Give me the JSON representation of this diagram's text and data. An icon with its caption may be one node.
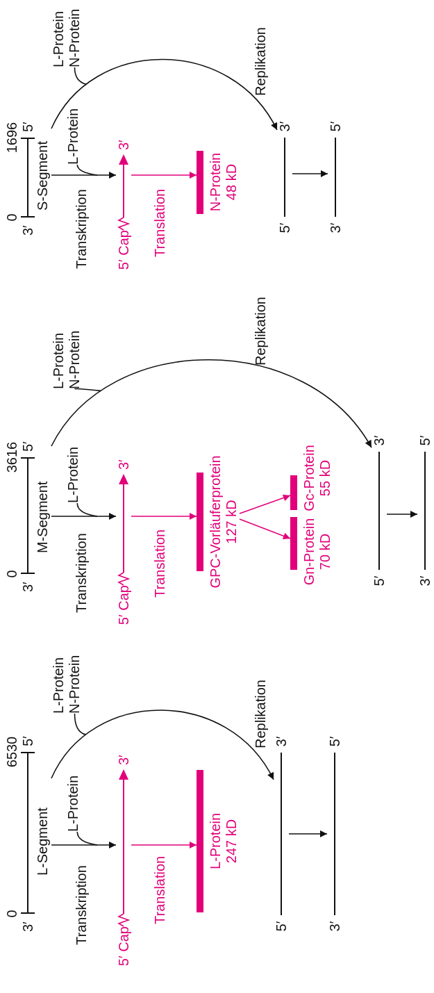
{
  "diagram": {
    "nodes": [
      {
        "text": [
          "L-Segment",
          "0",
          "3′",
          "6530",
          "5′"
        ]
      },
      {
        "text": [
          "L-Protein"
        ]
      },
      {
        "text": [
          "5′ Cap",
          "3′"
        ]
      },
      {
        "text": [
          "L-Protein",
          "247 kD"
        ]
      },
      {
        "text": [
          "L-Protein",
          "N-Protein"
        ]
      },
      {
        "text": [
          "5′",
          "3′"
        ]
      },
      {
        "text": [
          "3′",
          "5′"
        ]
      },
      {
        "text": [
          "M-Segment",
          "0",
          "3′",
          "3616",
          "5′"
        ]
      },
      {
        "text": [
          "L-Protein"
        ]
      },
      {
        "text": [
          "5′ Cap",
          "3′"
        ]
      },
      {
        "text": [
          "GPC-Vorläuferprotein",
          "127 kD"
        ]
      },
      {
        "text": [
          "Gn-Protein",
          "70 kD"
        ]
      },
      {
        "text": [
          "Gc-Protein",
          "55 kD"
        ]
      },
      {
        "text": [
          "L-Protein",
          "N-Protein"
        ]
      },
      {
        "text": [
          "5′",
          "3′"
        ]
      },
      {
        "text": [
          "3′",
          "5′"
        ]
      },
      {
        "text": [
          "S-Segment",
          "0",
          "3′",
          "1696",
          "5′"
        ]
      },
      {
        "text": [
          "L-Protein"
        ]
      },
      {
        "text": [
          "5′ Cap",
          "3′"
        ]
      },
      {
        "text": [
          "N-Protein",
          "48 kD"
        ]
      },
      {
        "text": [
          "L-Protein",
          "N-Protein"
        ]
      },
      {
        "text": [
          "5′",
          "3′"
        ]
      },
      {
        "text": [
          "3′",
          "5′"
        ]
      }
    ],
    "edges": [
      {
        "from": 0,
        "to": 2,
        "arrow": "to",
        "label": "Transkription"
      },
      {
        "from": 1,
        "to": null,
        "arrow": "none"
      },
      {
        "from": 2,
        "to": 3,
        "arrow": "to",
        "label": "Translation",
        "color": "#e2007a"
      },
      {
        "from": 0,
        "to": 5,
        "arrow": "to",
        "label": "Replikation"
      },
      {
        "from": 4,
        "to": null,
        "arrow": "none"
      },
      {
        "from": 5,
        "to": 6,
        "arrow": "to"
      },
      {
        "from": 7,
        "to": 9,
        "arrow": "to",
        "label": "Transkription"
      },
      {
        "from": 8,
        "to": null,
        "arrow": "none"
      },
      {
        "from": 9,
        "to": 10,
        "arrow": "to",
        "label": "Translation",
        "color": "#e2007a"
      },
      {
        "from": 10,
        "to": 11,
        "arrow": "to",
        "color": "#e2007a"
      },
      {
        "from": 10,
        "to": 12,
        "arrow": "to",
        "color": "#e2007a"
      },
      {
        "from": 7,
        "to": 14,
        "arrow": "to",
        "label": "Replikation"
      },
      {
        "from": 13,
        "to": null,
        "arrow": "none"
      },
      {
        "from": 14,
        "to": 15,
        "arrow": "to"
      },
      {
        "from": 16,
        "to": 18,
        "arrow": "to",
        "label": "Transkription"
      },
      {
        "from": 17,
        "to": null,
        "arrow": "none"
      },
      {
        "from": 18,
        "to": 19,
        "arrow": "to",
        "label": "Translation",
        "color": "#e2007a"
      },
      {
        "from": 16,
        "to": 21,
        "arrow": "to",
        "label": "Replikation"
      },
      {
        "from": 20,
        "to": null,
        "arrow": "none"
      },
      {
        "from": 21,
        "to": 22,
        "arrow": "to"
      }
    ]
  }
}
